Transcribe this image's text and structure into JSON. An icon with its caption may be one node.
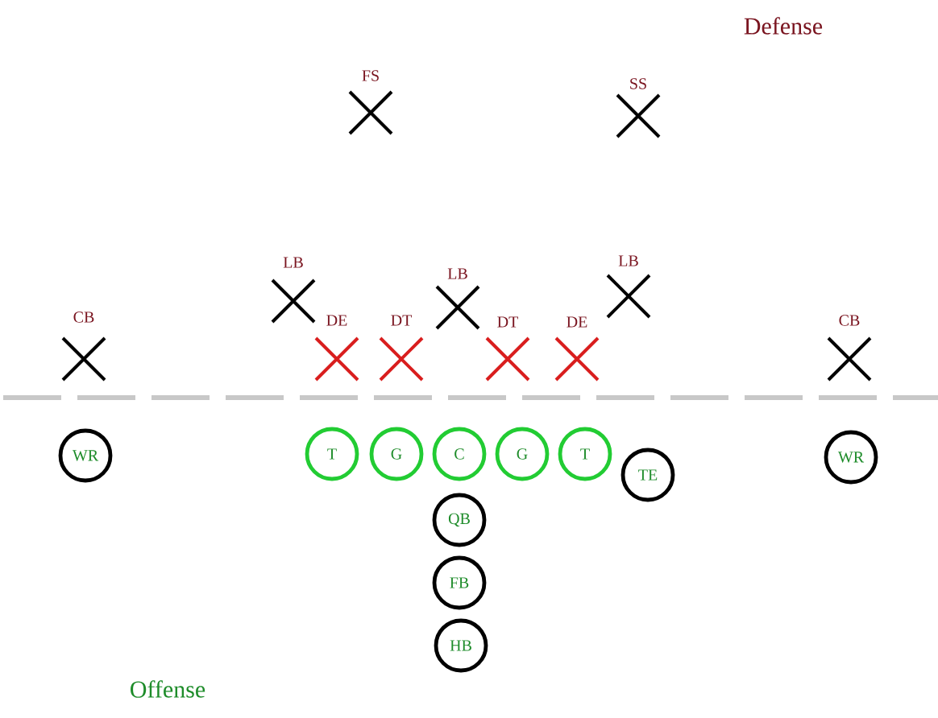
{
  "diagram": {
    "nodes": [
      {
        "text": [
          "WR"
        ]
      },
      {
        "text": [
          "T"
        ]
      },
      {
        "text": [
          "G"
        ]
      },
      {
        "text": [
          "C"
        ]
      },
      {
        "text": [
          "G"
        ]
      },
      {
        "text": [
          "T"
        ]
      },
      {
        "text": [
          "TE"
        ]
      },
      {
        "text": [
          "WR"
        ]
      },
      {
        "text": [
          "QB"
        ]
      },
      {
        "text": [
          "FB"
        ]
      },
      {
        "text": [
          "HB"
        ]
      }
    ],
    "labels": [
      "Defense",
      "FS",
      "SS",
      "LB",
      "LB",
      "LB",
      "CB",
      "DE",
      "DT",
      "DT",
      "DE",
      "CB",
      "Offense"
    ]
  }
}
